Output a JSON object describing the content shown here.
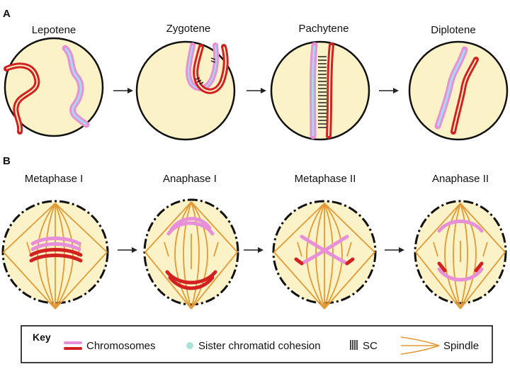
{
  "panel_a": {
    "label": "A",
    "stages": [
      "Lepotene",
      "Zygotene",
      "Pachytene",
      "Diplotene"
    ]
  },
  "panel_b": {
    "label": "B",
    "stages": [
      "Metaphase I",
      "Anaphase I",
      "Metaphase II",
      "Anaphase II"
    ]
  },
  "key": {
    "title": "Key",
    "chromosomes": "Chromosomes",
    "cohesion": "Sister chromatid cohesion",
    "sc": "SC",
    "spindle": "Spindle"
  },
  "colors": {
    "cell_fill": "#fbf3c7",
    "red": "#d32020",
    "pink": "#e78fd8",
    "light_blue": "#a6dbee",
    "spindle": "#e29a36",
    "cohesion": "#a8e2dc"
  }
}
